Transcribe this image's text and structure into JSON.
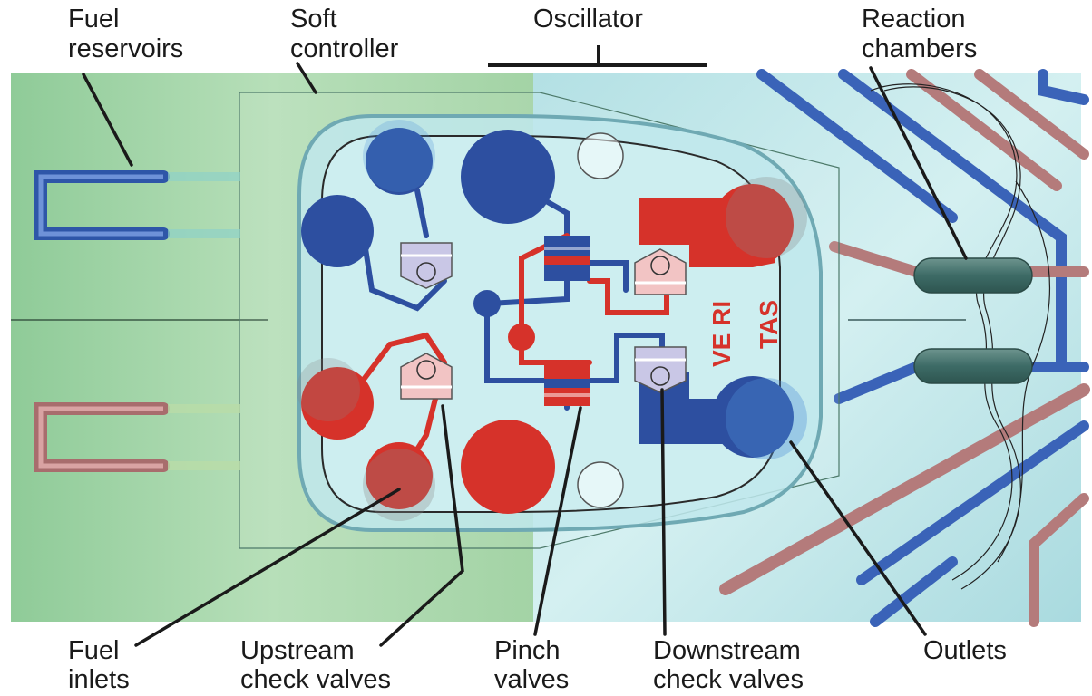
{
  "labels": {
    "fuel_reservoirs": [
      "Fuel",
      "reservoirs"
    ],
    "soft_controller": [
      "Soft",
      "controller"
    ],
    "oscillator": "Oscillator",
    "reaction_chambers": [
      "Reaction",
      "chambers"
    ],
    "fuel_inlets": [
      "Fuel",
      "inlets"
    ],
    "upstream_check_valves": [
      "Upstream",
      "check valves"
    ],
    "pinch_valves": [
      "Pinch",
      "valves"
    ],
    "downstream_check_valves": [
      "Downstream",
      "check valves"
    ],
    "outlets": "Outlets"
  },
  "chip_text": {
    "vertical_1": "VE RI",
    "vertical_2": "TAS"
  },
  "colors": {
    "blue": "#2d4fa0",
    "red": "#d6322a",
    "green_bg": "#a9d6ae",
    "cyan_bg": "#bfe6e8",
    "tube_blue": "#3a63b8",
    "tube_pink": "#b47b7b",
    "chamber": "#3d6b66"
  }
}
